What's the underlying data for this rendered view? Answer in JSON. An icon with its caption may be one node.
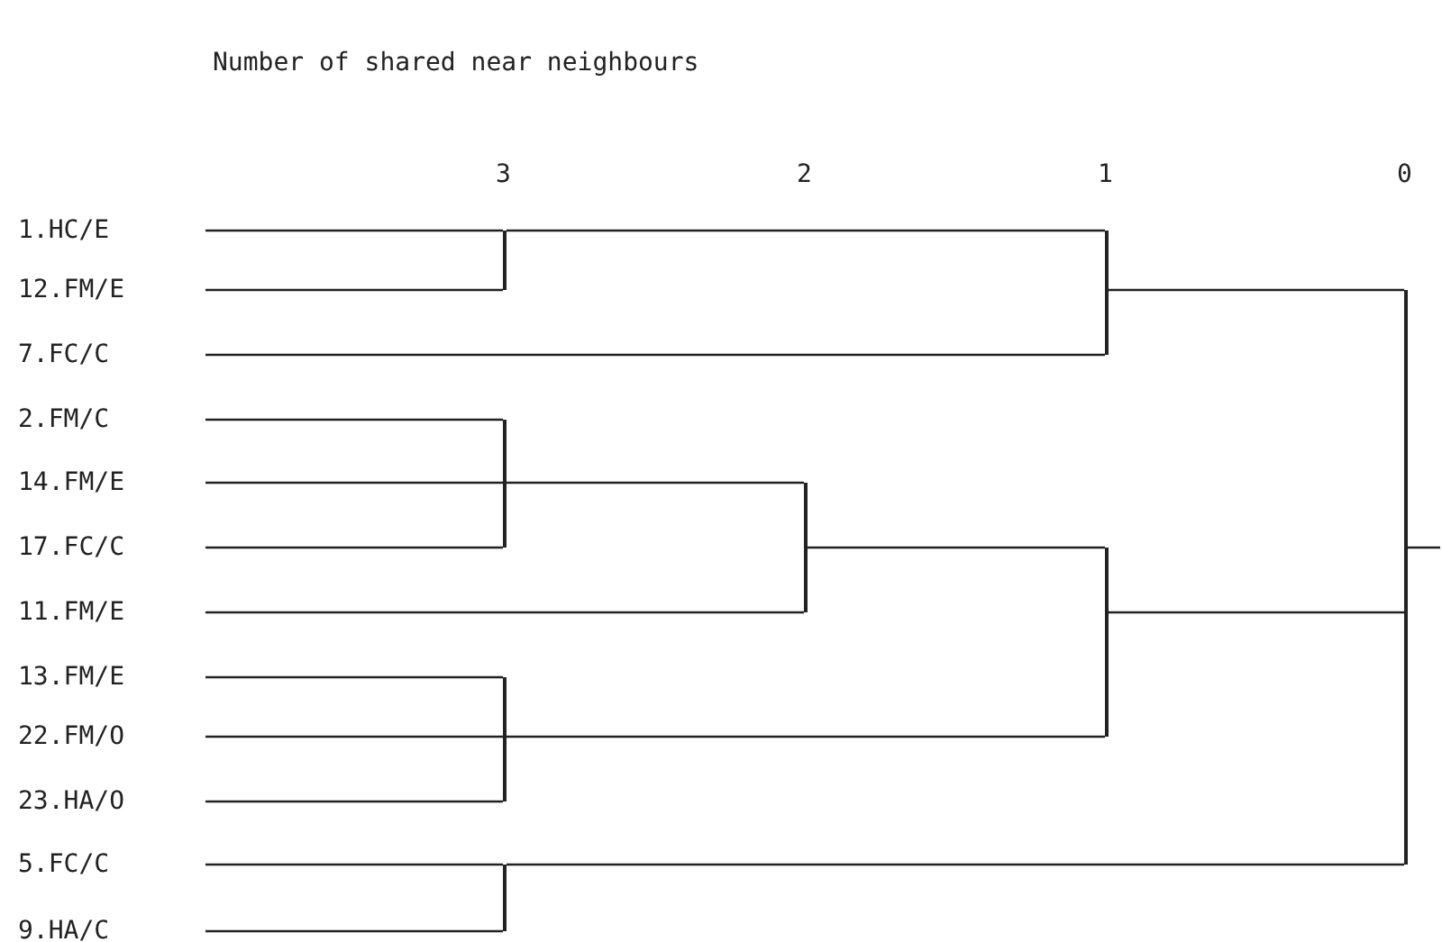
{
  "diagram": {
    "title": "Number of shared near neighbours",
    "nodes": [
      {
        "text": [
          "1.HC/E"
        ]
      },
      {
        "text": [
          "12.FM/E"
        ]
      },
      {
        "text": [
          "7.FC/C"
        ]
      },
      {
        "text": [
          "2.FM/C"
        ]
      },
      {
        "text": [
          "14.FM/E"
        ]
      },
      {
        "text": [
          "17.FC/C"
        ]
      },
      {
        "text": [
          "11.FM/E"
        ]
      },
      {
        "text": [
          "13.FM/E"
        ]
      },
      {
        "text": [
          "22.FM/O"
        ]
      },
      {
        "text": [
          "23.HA/O"
        ]
      },
      {
        "text": [
          "5.FC/C"
        ]
      },
      {
        "text": [
          "9.HA/C"
        ]
      },
      {
        "text": [],
        "shape": "bar"
      },
      {
        "text": [],
        "shape": "bar"
      },
      {
        "text": [],
        "shape": "bar"
      },
      {
        "text": [],
        "shape": "bar"
      },
      {
        "text": [],
        "shape": "bar"
      },
      {
        "text": [],
        "shape": "bar"
      },
      {
        "text": [],
        "shape": "bar"
      },
      {
        "text": [],
        "shape": "bar"
      }
    ],
    "edges": [
      {
        "from": 0,
        "to": 12,
        "arrow": "none"
      },
      {
        "from": 1,
        "to": 12,
        "arrow": "none"
      },
      {
        "from": 12,
        "to": 13,
        "arrow": "none"
      },
      {
        "from": 2,
        "to": 13,
        "arrow": "none"
      },
      {
        "from": 13,
        "to": 19,
        "arrow": "none"
      },
      {
        "from": 3,
        "to": 14,
        "arrow": "none"
      },
      {
        "from": 4,
        "to": 14,
        "arrow": "none"
      },
      {
        "from": 5,
        "to": 14,
        "arrow": "none"
      },
      {
        "from": 14,
        "to": 15,
        "arrow": "none"
      },
      {
        "from": 6,
        "to": 15,
        "arrow": "none"
      },
      {
        "from": 15,
        "to": 17,
        "arrow": "none"
      },
      {
        "from": 7,
        "to": 16,
        "arrow": "none"
      },
      {
        "from": 8,
        "to": 16,
        "arrow": "none"
      },
      {
        "from": 9,
        "to": 16,
        "arrow": "none"
      },
      {
        "from": 16,
        "to": 17,
        "arrow": "none"
      },
      {
        "from": 17,
        "to": 19,
        "arrow": "none"
      },
      {
        "from": 10,
        "to": 18,
        "arrow": "none"
      },
      {
        "from": 11,
        "to": 18,
        "arrow": "none"
      },
      {
        "from": 18,
        "to": 19,
        "arrow": "none"
      },
      {
        "from": 19,
        "to": null,
        "arrow": "none"
      }
    ],
    "labels": [
      "3",
      "2",
      "1",
      "0"
    ]
  }
}
